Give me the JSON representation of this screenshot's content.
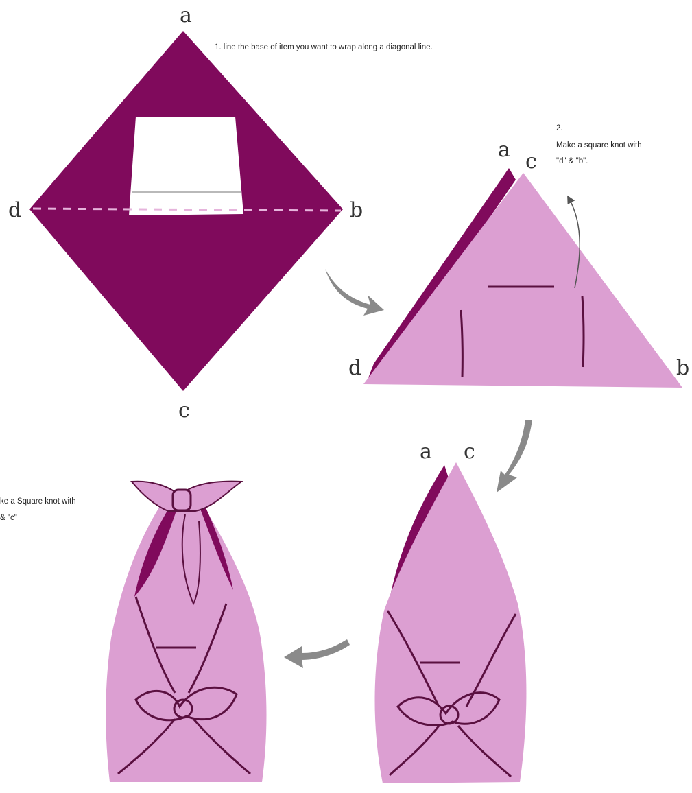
{
  "colors": {
    "cloth_dark": "#800a5c",
    "cloth_light": "#dc9fd2",
    "line": "#5a1040",
    "arrow": "#8a8a8a",
    "text": "#333333"
  },
  "step1": {
    "text": "1. line the base of item you want to wrap along a diagonal line.",
    "labels": {
      "a": "a",
      "b": "b",
      "c": "c",
      "d": "d"
    }
  },
  "step2": {
    "number": "2.",
    "text_line1": "Make a square knot with",
    "text_line2": "\"d\" & \"b\".",
    "labels": {
      "a": "a",
      "b": "b",
      "c": "c",
      "d": "d"
    }
  },
  "step3": {
    "labels": {
      "a": "a",
      "c": "c"
    }
  },
  "step4": {
    "text_line1": "ke a Square knot with",
    "text_line2": "& \"c\""
  },
  "icons": {
    "fold_arrow": "curved-arrow",
    "hint_arrow": "thin-curved-arrow"
  }
}
